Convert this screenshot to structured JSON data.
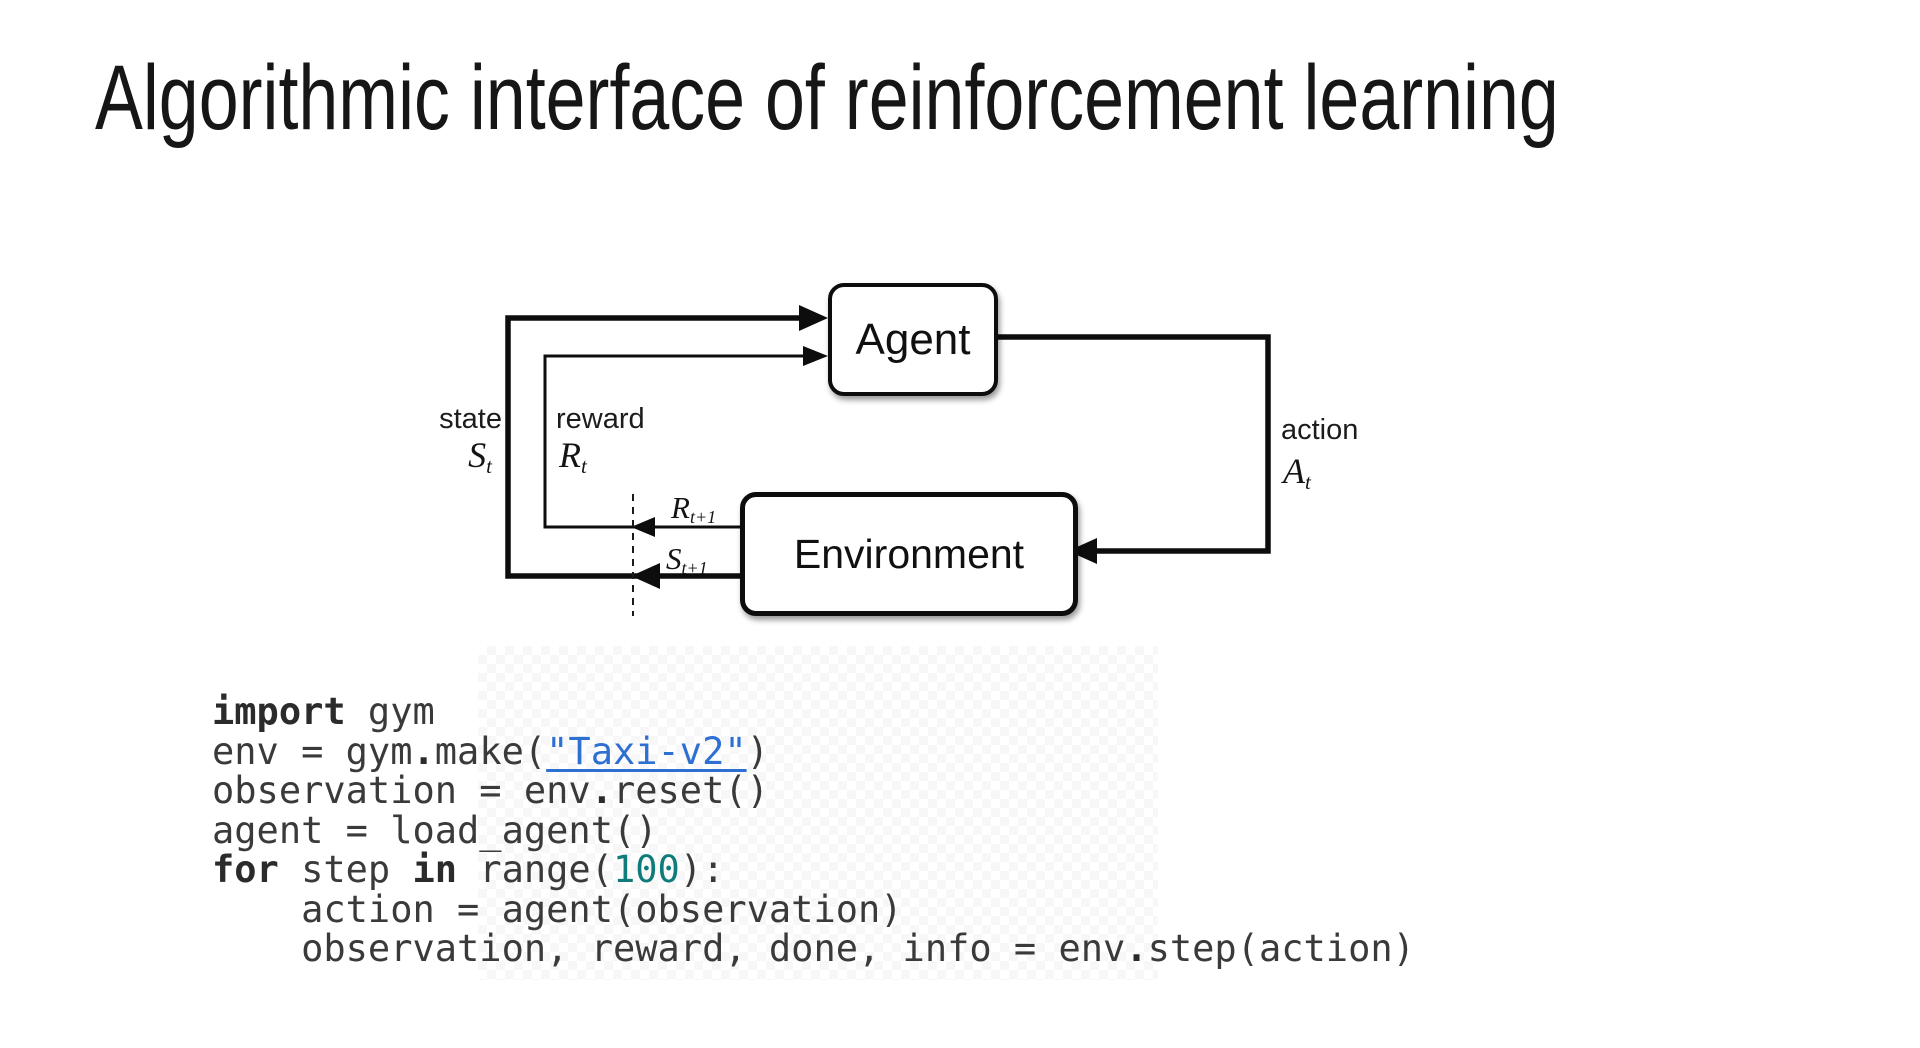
{
  "slide": {
    "title": "Algorithmic interface of reinforcement learning"
  },
  "diagram": {
    "agent_label": "Agent",
    "environment_label": "Environment",
    "state_label": "state",
    "state_symbol_base": "S",
    "state_symbol_sub": "t",
    "reward_label": "reward",
    "reward_symbol_base": "R",
    "reward_symbol_sub": "t",
    "next_reward_symbol_base": "R",
    "next_reward_symbol_sub": "t+1",
    "next_state_symbol_base": "S",
    "next_state_symbol_sub": "t+1",
    "action_label": "action",
    "action_symbol_base": "A",
    "action_symbol_sub": "t"
  },
  "code": {
    "lines": [
      {
        "tokens": [
          {
            "text": "import",
            "style": "kw"
          },
          {
            "text": " gym",
            "style": "pl"
          }
        ]
      },
      {
        "tokens": [
          {
            "text": "env = gym",
            "style": "pl"
          },
          {
            "text": ".",
            "style": "op"
          },
          {
            "text": "make(",
            "style": "pl"
          },
          {
            "text": "\"Taxi-v2\"",
            "style": "str"
          },
          {
            "text": ")",
            "style": "pl"
          }
        ]
      },
      {
        "tokens": [
          {
            "text": "observation = env",
            "style": "pl"
          },
          {
            "text": ".",
            "style": "op"
          },
          {
            "text": "reset()",
            "style": "pl"
          }
        ]
      },
      {
        "tokens": [
          {
            "text": "agent = load_agent()",
            "style": "pl"
          }
        ]
      },
      {
        "tokens": [
          {
            "text": "for",
            "style": "kw"
          },
          {
            "text": " step ",
            "style": "pl"
          },
          {
            "text": "in",
            "style": "kw"
          },
          {
            "text": " range(",
            "style": "pl"
          },
          {
            "text": "100",
            "style": "num"
          },
          {
            "text": "):",
            "style": "pl"
          }
        ]
      },
      {
        "tokens": [
          {
            "text": "    action = agent(observation)",
            "style": "pl"
          }
        ]
      },
      {
        "tokens": [
          {
            "text": "    observation, reward, done, info = env",
            "style": "pl"
          },
          {
            "text": ".",
            "style": "op"
          },
          {
            "text": "step(action)",
            "style": "pl"
          }
        ]
      }
    ]
  },
  "colors": {
    "code_text": "#3a3a3a",
    "keyword": "#2b2b2b",
    "string_link": "#2e6fd4",
    "number": "#0f7b7b",
    "diagram_ink": "#0d0d0d"
  }
}
